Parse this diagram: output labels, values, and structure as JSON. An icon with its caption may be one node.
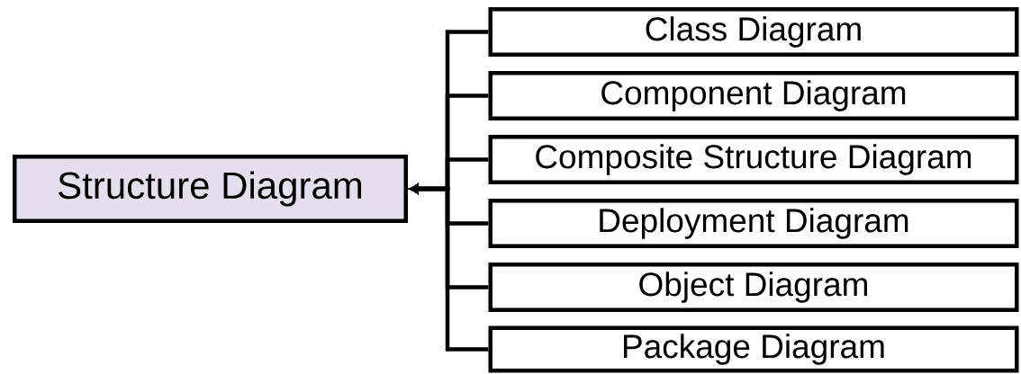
{
  "diagram": {
    "nodes": [
      {
        "text": [
          "Structure Diagram"
        ]
      },
      {
        "text": [
          "Class Diagram"
        ]
      },
      {
        "text": [
          "Component Diagram"
        ]
      },
      {
        "text": [
          "Composite Structure Diagram"
        ]
      },
      {
        "text": [
          "Deployment Diagram"
        ]
      },
      {
        "text": [
          "Object Diagram"
        ]
      },
      {
        "text": [
          "Package Diagram"
        ]
      }
    ],
    "edges": [
      {
        "from": 1,
        "to": 0,
        "arrow": "to"
      },
      {
        "from": 2,
        "to": 0,
        "arrow": "to"
      },
      {
        "from": 3,
        "to": 0,
        "arrow": "to"
      },
      {
        "from": 4,
        "to": 0,
        "arrow": "to"
      },
      {
        "from": 5,
        "to": 0,
        "arrow": "to"
      },
      {
        "from": 6,
        "to": 0,
        "arrow": "to"
      }
    ]
  }
}
